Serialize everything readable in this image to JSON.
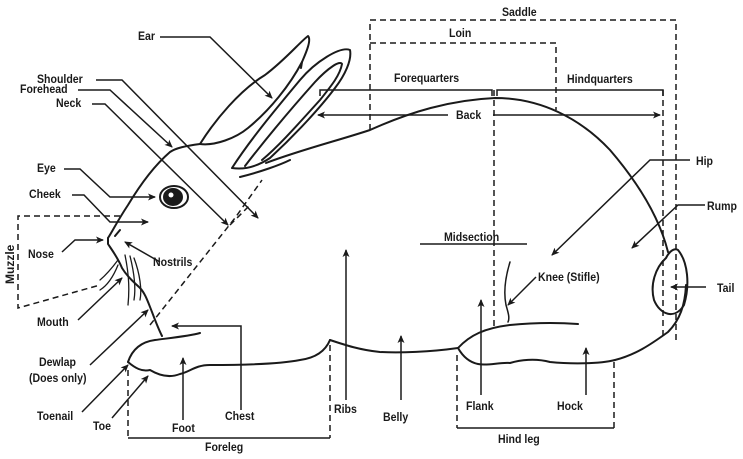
{
  "diagram": {
    "subject": "Rabbit body parts",
    "colors": {
      "ink": "#1a1a1a",
      "background": "#ffffff"
    },
    "labels": {
      "ear": "Ear",
      "shoulder": "Shoulder",
      "forehead": "Forehead",
      "neck": "Neck",
      "eye": "Eye",
      "cheek": "Cheek",
      "muzzle": "Muzzle",
      "nose": "Nose",
      "nostrils": "Nostrils",
      "mouth": "Mouth",
      "dewlap_line1": "Dewlap",
      "dewlap_line2": "(Does only)",
      "toenail": "Toenail",
      "toe": "Toe",
      "foot": "Foot",
      "chest": "Chest",
      "foreleg": "Foreleg",
      "ribs": "Ribs",
      "belly": "Belly",
      "flank": "Flank",
      "hock": "Hock",
      "hind_leg": "Hind leg",
      "midsection": "Midsection",
      "knee": "Knee (Stifle)",
      "hip": "Hip",
      "rump": "Rump",
      "tail": "Tail",
      "saddle": "Saddle",
      "loin": "Loin",
      "forequarters": "Forequarters",
      "hindquarters": "Hindquarters",
      "back": "Back"
    }
  }
}
